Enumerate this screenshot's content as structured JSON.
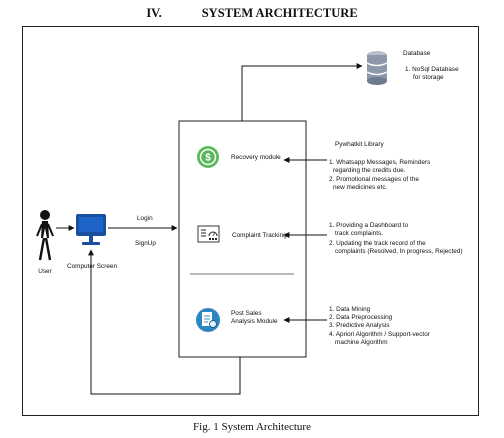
{
  "heading": {
    "number": "IV.",
    "title": "SYSTEM ARCHITECTURE"
  },
  "caption": "Fig. 1  System Architecture",
  "nodes": {
    "user": {
      "label": "User"
    },
    "computer_screen": {
      "label": "Computer Screen"
    },
    "login": {
      "label": "Login"
    },
    "signup": {
      "label": "SignUp"
    },
    "database": {
      "title": "Database",
      "note_line1": "1.  NoSql Database",
      "note_line2": "for storage"
    },
    "library": {
      "label": "Pywhatkit Library"
    },
    "recovery": {
      "label": "Recovery module",
      "notes": [
        "1. Whatsapp Messages, Reminders",
        "regarding the credits due.",
        "2. Promotional messages of the",
        "new medicines etc."
      ]
    },
    "complaint": {
      "label": "Complaint Tracking",
      "notes": [
        "1. Providing a Dashboard to",
        "track complaints.",
        "2. Updating the track record of the",
        "complaints (Resolved, In progress, Rejected)"
      ]
    },
    "post_sales": {
      "label_line1": "Post Sales",
      "label_line2": "Analysis Module",
      "notes": [
        "1. Data Mining",
        "2. Data Preprocessing",
        "3. Predictive Analysis",
        "4. Apriori Algorithm / Support-vector",
        "machine Algorithm"
      ]
    }
  },
  "colors": {
    "recovery_icon": "#5cb85c",
    "post_sales_icon": "#2e86c1",
    "database_icon": "#9aa3b5",
    "monitor": "#1a4fa0"
  }
}
